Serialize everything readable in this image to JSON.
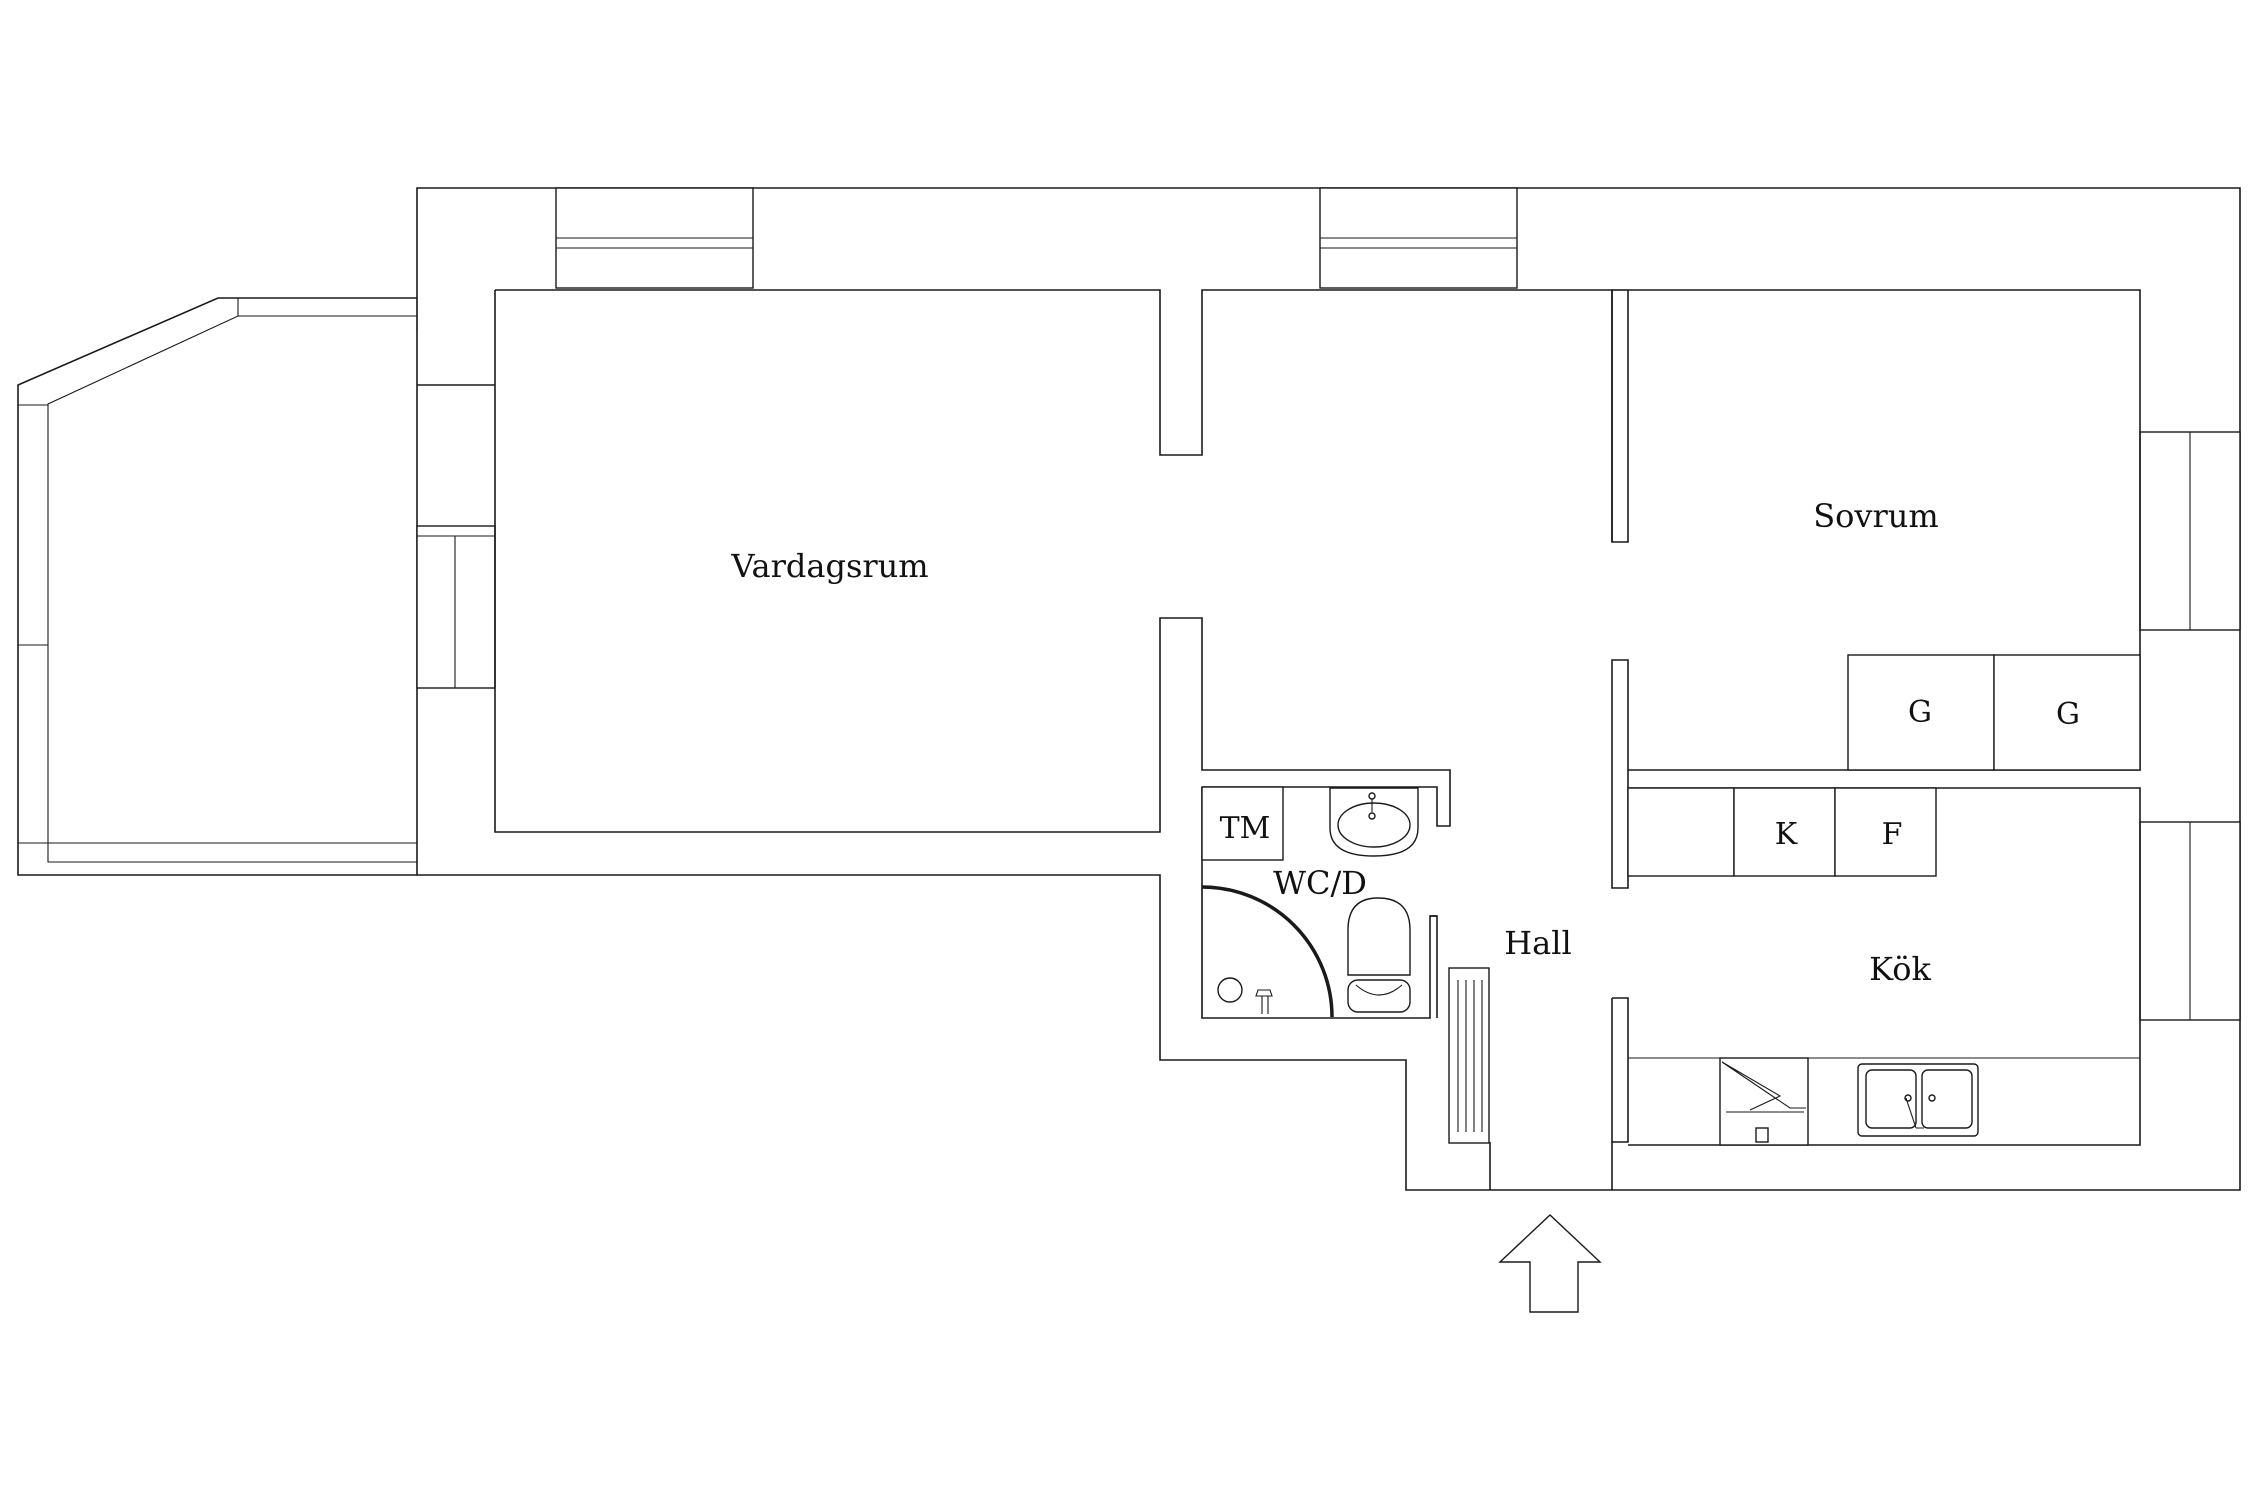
{
  "rooms": {
    "vardagsrum": "Vardagsrum",
    "sovrum": "Sovrum",
    "kok": "Kök",
    "hall": "Hall",
    "wc": "WC/D"
  },
  "fixtures": {
    "tm": "TM",
    "k": "K",
    "f": "F",
    "g1": "G",
    "g2": "G"
  },
  "entrance_arrow": "entrance-arrow"
}
